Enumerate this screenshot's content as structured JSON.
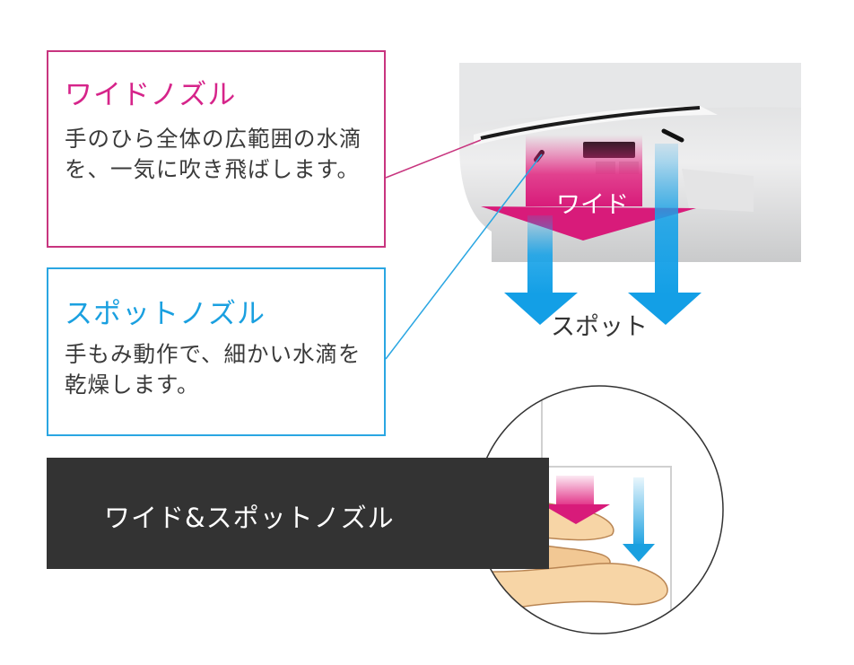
{
  "wide_nozzle": {
    "title": "ワイドノズル",
    "description": "手のひら全体の広範囲の水滴を、一気に吹き飛ばします。"
  },
  "spot_nozzle": {
    "title": "スポットノズル",
    "description": "手もみ動作で、細かい水滴を乾燥します。"
  },
  "banner": {
    "label": "ワイド&スポットノズル"
  },
  "photo_labels": {
    "wide": "ワイド",
    "spot": "スポット"
  },
  "colors": {
    "wide": "#d6248a",
    "spot": "#1aa0e0",
    "banner_bg": "#333333"
  }
}
